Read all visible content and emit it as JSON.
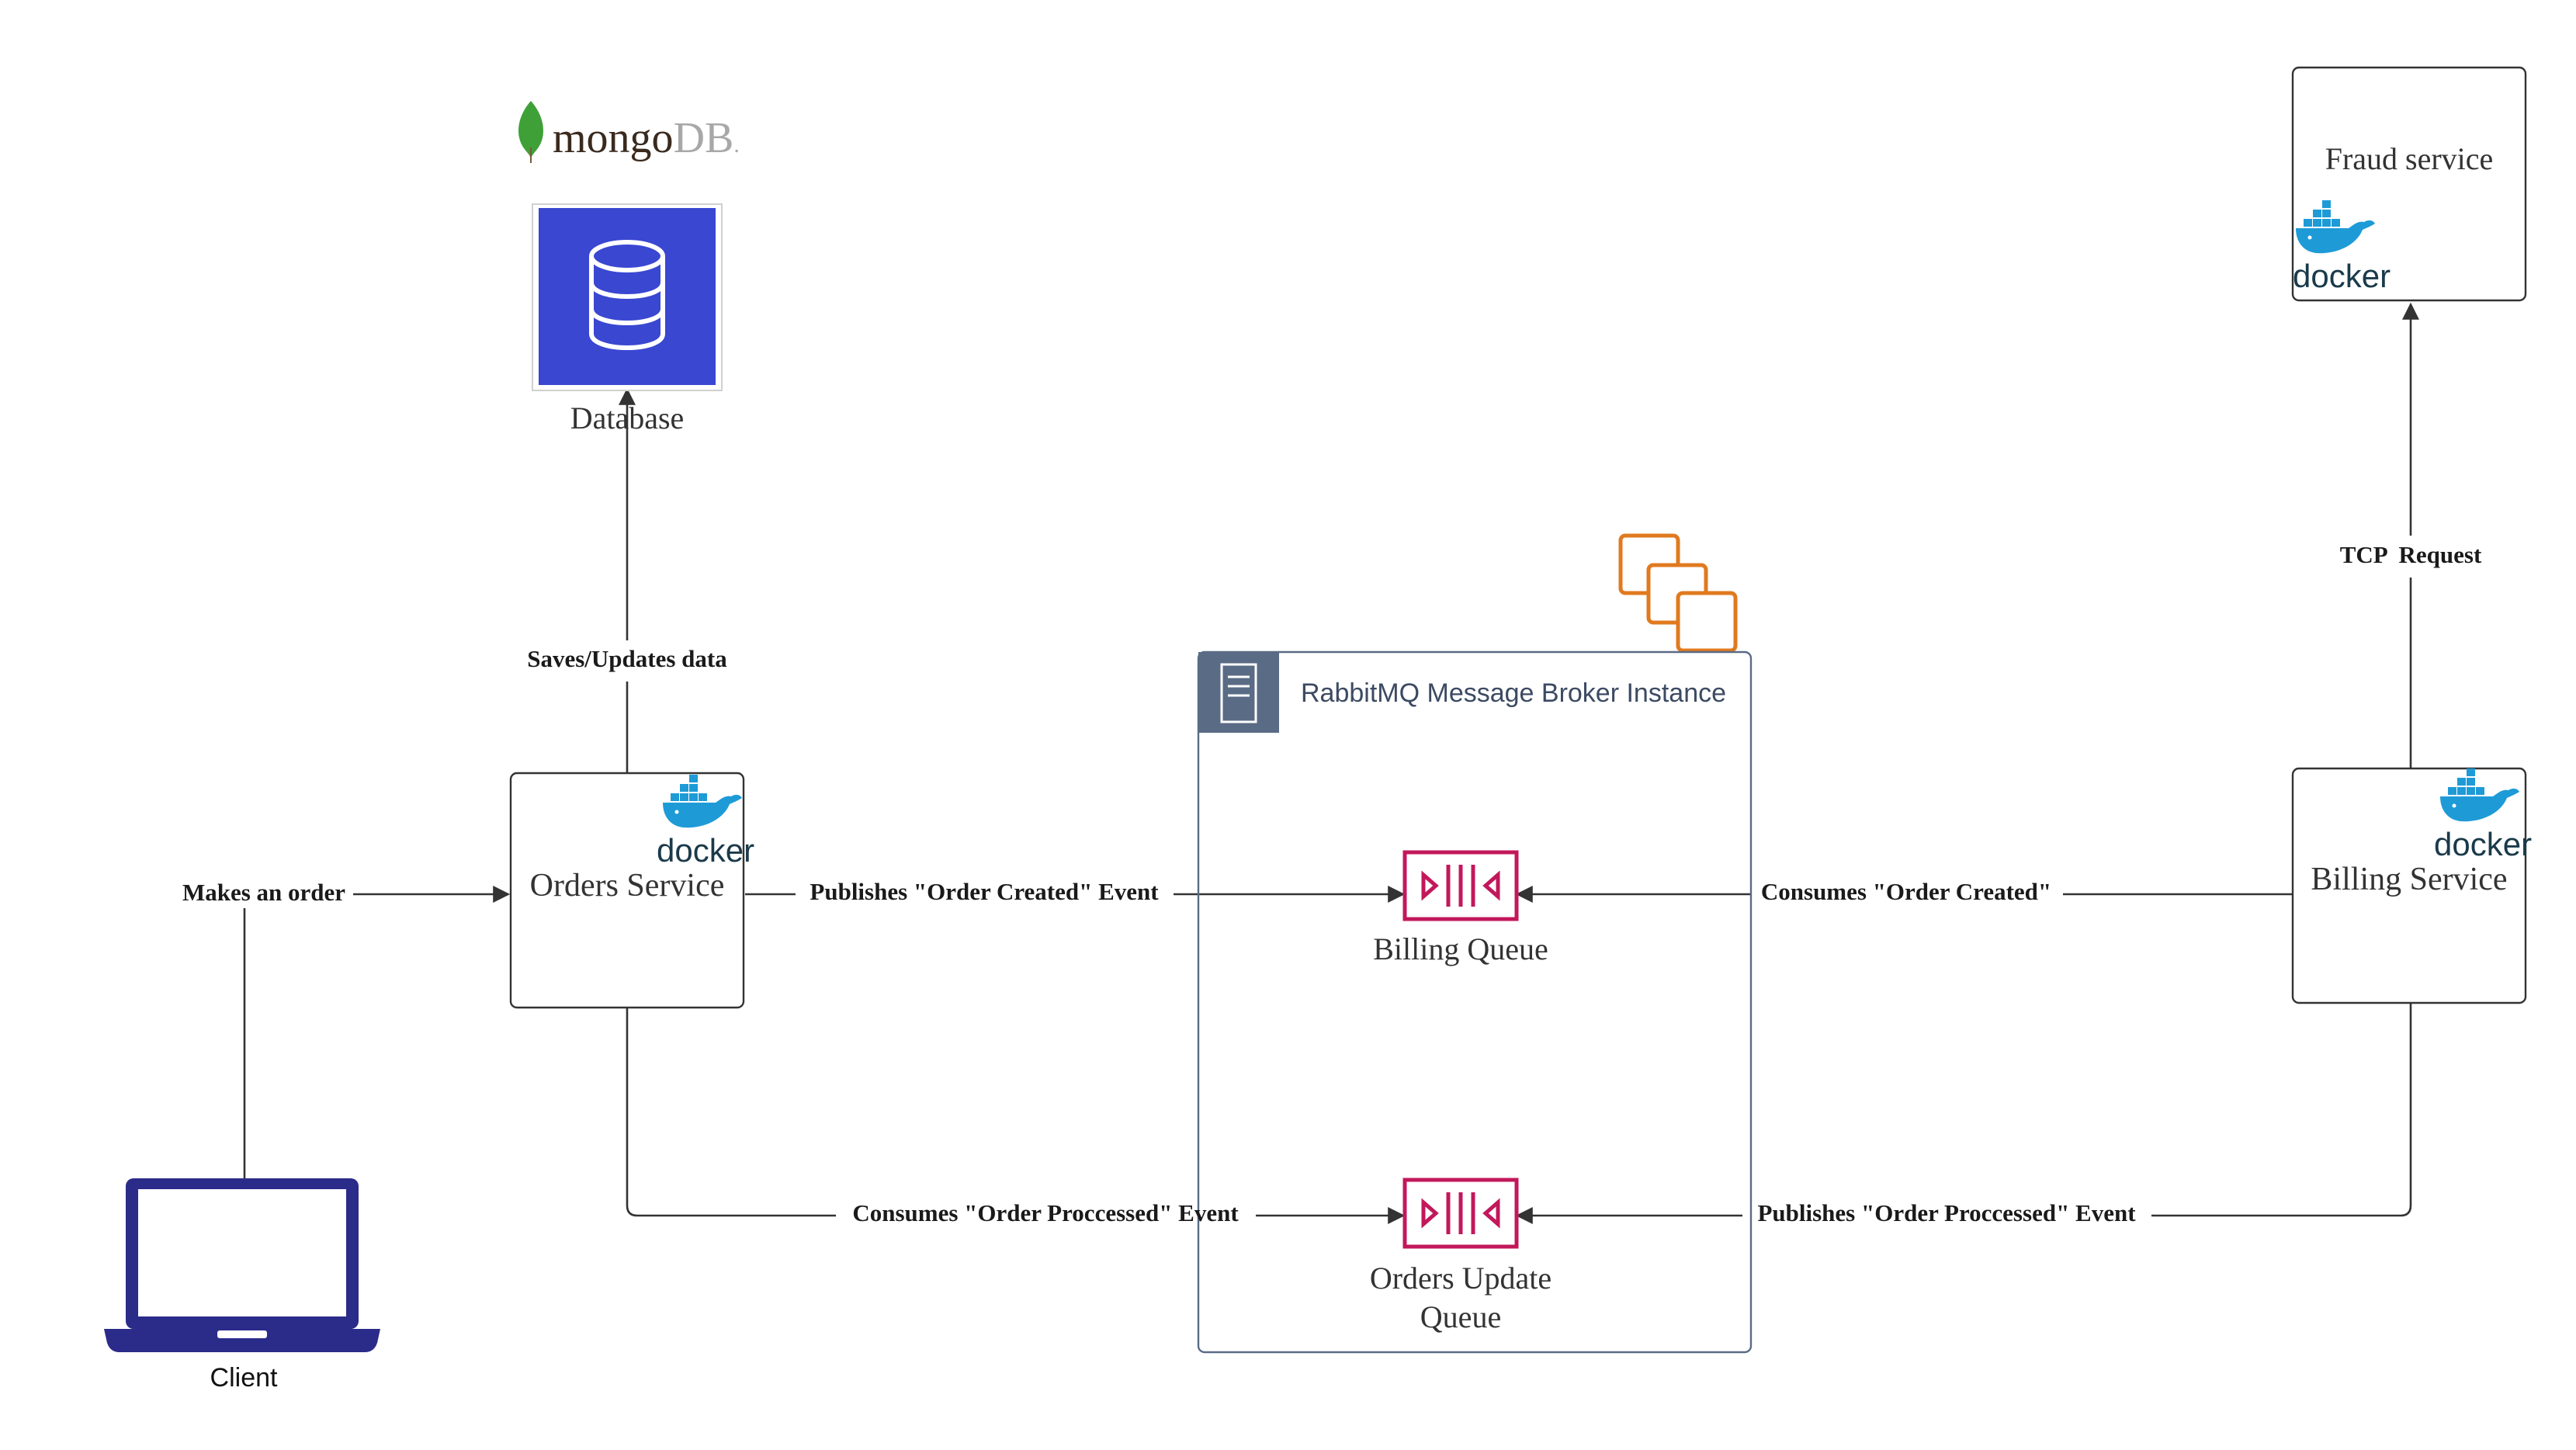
{
  "logos": {
    "mongodb_word": "mongo",
    "mongodb_db": "DB",
    "mongodb_dot": ".",
    "docker_word": "docker"
  },
  "nodes": {
    "database": {
      "label": "Database"
    },
    "fraud_service": {
      "label": "Fraud service"
    },
    "orders_service": {
      "label": "Orders Service"
    },
    "billing_service": {
      "label": "Billing Service"
    },
    "client": {
      "label": "Client"
    },
    "broker": {
      "label": "RabbitMQ Message Broker Instance"
    },
    "billing_queue": {
      "label": "Billing Queue"
    },
    "orders_update_queue": {
      "label_line1": "Orders Update",
      "label_line2": "Queue"
    }
  },
  "edges": {
    "makes_order": "Makes an order",
    "saves_updates": "Saves/Updates data",
    "publishes_order_created": "Publishes \"Order Created\" Event",
    "consumes_order_created": "Consumes \"Order Created\"",
    "consumes_order_processed": "Consumes \"Order Proccessed\" Event",
    "publishes_order_processed": "Publishes \"Order Proccessed\" Event",
    "tcp_request": "TCP  Request"
  },
  "colors": {
    "database_fill": "#3A47D1",
    "client_laptop": "#2B2B8A",
    "queue_accent": "#C2185B",
    "broker_header": "#5A6B85",
    "broker_text": "#3C4A63",
    "group_icon": "#E07A1F",
    "docker_blue": "#1E9BD7",
    "mongodb_green": "#3FA037"
  }
}
